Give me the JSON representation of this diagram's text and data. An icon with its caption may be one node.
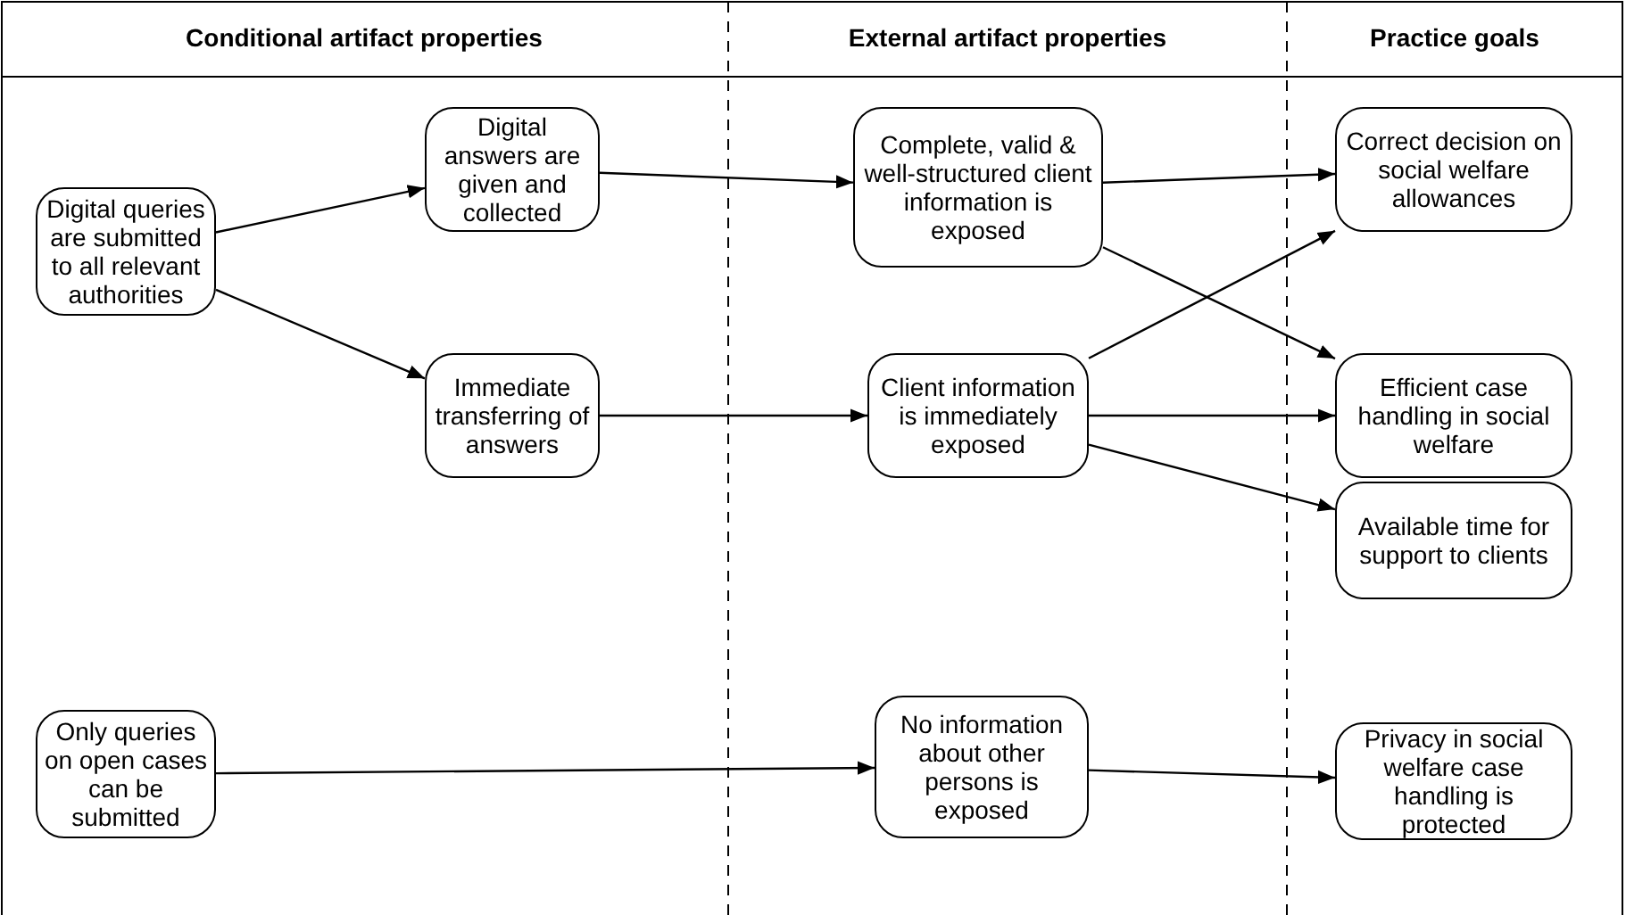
{
  "diagram": {
    "nodes": [
      {
        "text": [
          "Digital queries are submitted to all relevant authorities"
        ]
      },
      {
        "text": [
          "Digital answers are given and collected"
        ]
      },
      {
        "text": [
          "Immediate transferring of answers"
        ]
      },
      {
        "text": [
          "Complete, valid & well-structured client information is exposed"
        ]
      },
      {
        "text": [
          "Client information is immediately exposed"
        ]
      },
      {
        "text": [
          "Correct decision on social welfare allowances"
        ]
      },
      {
        "text": [
          "Efficient case handling in social welfare"
        ]
      },
      {
        "text": [
          "Available time for support to clients"
        ]
      },
      {
        "text": [
          "Only queries on open cases can be submitted"
        ]
      },
      {
        "text": [
          "No information about other persons is exposed"
        ]
      },
      {
        "text": [
          "Privacy in social welfare case handling is protected"
        ]
      }
    ],
    "edges": [
      {
        "from": 0,
        "to": 1,
        "arrow": "to"
      },
      {
        "from": 0,
        "to": 2,
        "arrow": "to"
      },
      {
        "from": 1,
        "to": 3,
        "arrow": "to"
      },
      {
        "from": 2,
        "to": 4,
        "arrow": "to"
      },
      {
        "from": 3,
        "to": 5,
        "arrow": "to"
      },
      {
        "from": 3,
        "to": 6,
        "arrow": "to"
      },
      {
        "from": 4,
        "to": 5,
        "arrow": "to"
      },
      {
        "from": 4,
        "to": 6,
        "arrow": "to"
      },
      {
        "from": 4,
        "to": 7,
        "arrow": "to"
      },
      {
        "from": 8,
        "to": 9,
        "arrow": "to"
      },
      {
        "from": 9,
        "to": 10,
        "arrow": "to"
      }
    ],
    "labels": [
      "Conditional artifact properties",
      "External artifact properties",
      "Practice goals"
    ]
  }
}
